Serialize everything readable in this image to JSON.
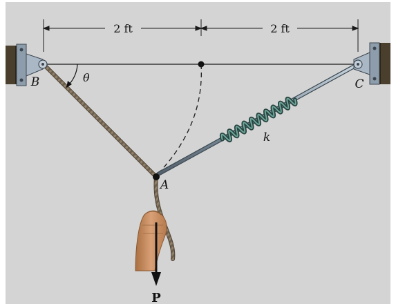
{
  "figure": {
    "dimensions": {
      "left_span": "2 ft",
      "right_span": "2 ft"
    },
    "points": {
      "B": "B",
      "C": "C",
      "A": "A"
    },
    "angle_label": "θ",
    "spring_label": "k",
    "force_label": "P"
  },
  "colors": {
    "background": "#d4d4d4",
    "line": "#1a1a1a",
    "rope": "#8a7a62",
    "bracket": "#aab8c6",
    "spring": "#27443f",
    "hand": "#c98b5a",
    "wall": "#4a3e2c"
  }
}
